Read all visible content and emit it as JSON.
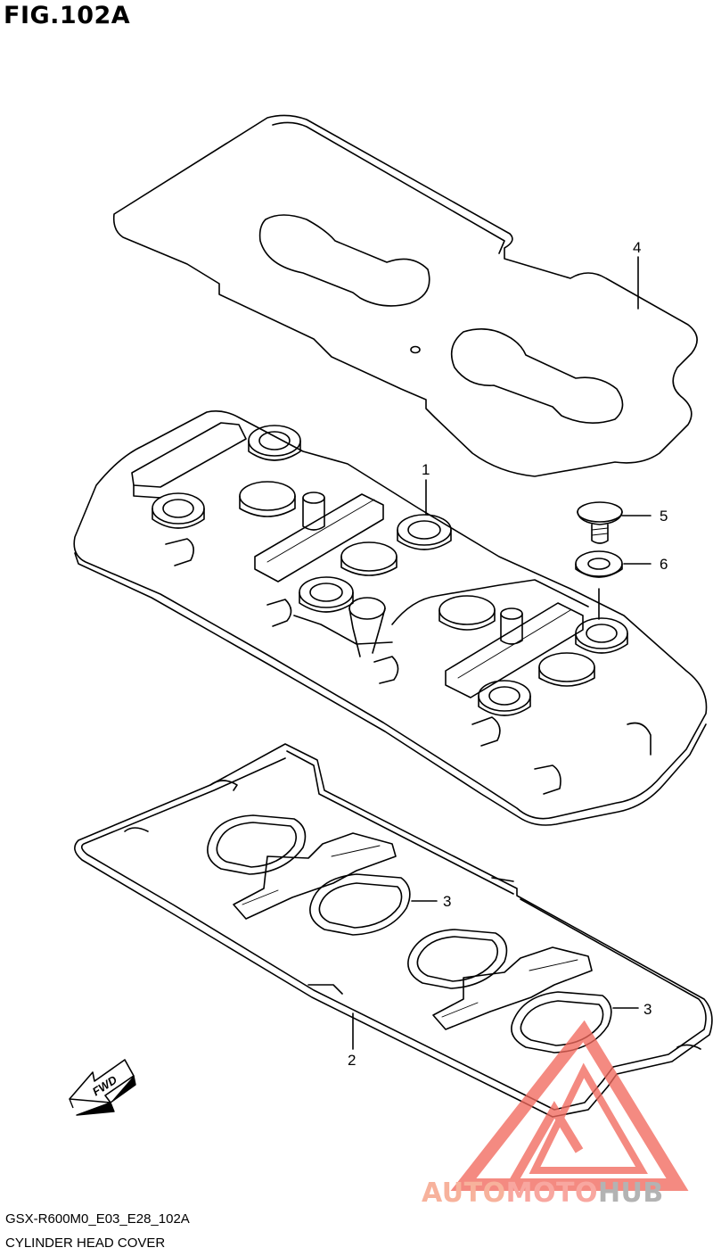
{
  "figure": {
    "title": "FIG.102A",
    "code": "GSX-R600M0_E03_E28_102A",
    "name": "CYLINDER HEAD COVER"
  },
  "callouts": [
    {
      "id": "1",
      "label": "1"
    },
    {
      "id": "2",
      "label": "2"
    },
    {
      "id": "3a",
      "label": "3"
    },
    {
      "id": "3b",
      "label": "3"
    },
    {
      "id": "4",
      "label": "4"
    },
    {
      "id": "5",
      "label": "5"
    },
    {
      "id": "6",
      "label": "6"
    }
  ],
  "fwd_arrow": {
    "label": "FWD"
  },
  "watermark": {
    "part1": "AUTO",
    "part2": "MOTO",
    "part3": "HUB",
    "colors": {
      "auto": "#f7b29c",
      "moto": "#f8a7a0",
      "hub": "#b3b3b3",
      "triangle": "#f26a5e"
    }
  }
}
